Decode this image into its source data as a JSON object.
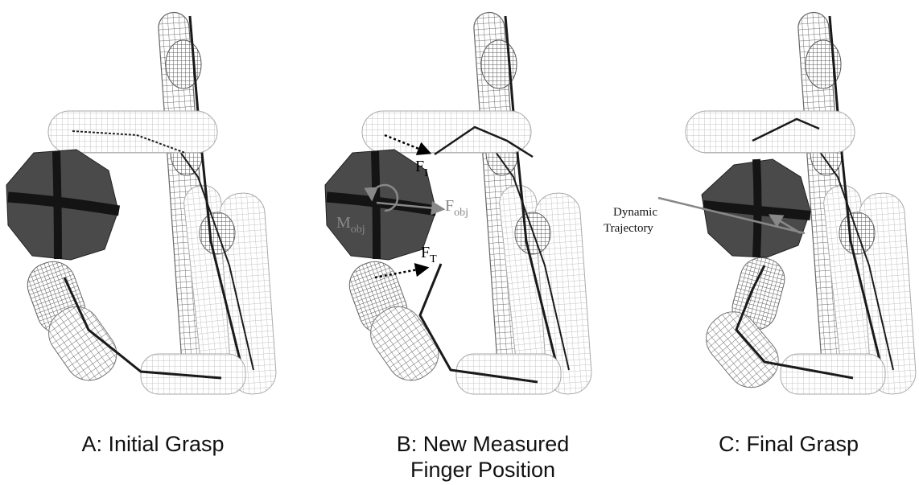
{
  "panels": [
    {
      "id": "A",
      "caption": "A: Initial Grasp"
    },
    {
      "id": "B",
      "caption_line1": "B: New Measured",
      "caption_line2": "Finger Position"
    },
    {
      "id": "C",
      "caption": "C: Final Grasp"
    }
  ],
  "labels": {
    "f_index": "F",
    "f_index_sub": "I",
    "f_thumb": "F",
    "f_thumb_sub": "T",
    "f_obj": "F",
    "f_obj_sub": "obj",
    "m_obj": "M",
    "m_obj_sub": "obj",
    "dynamic_line1": "Dynamic",
    "dynamic_line2": "Trajectory"
  },
  "colors": {
    "sphere": "#4a4a4a",
    "sphere_band": "#141414",
    "wireframe_dark": "#6e6e6e",
    "wireframe_light": "#c4c4c4",
    "bone": "#1a1a1a",
    "annotation_gray": "#888888"
  }
}
